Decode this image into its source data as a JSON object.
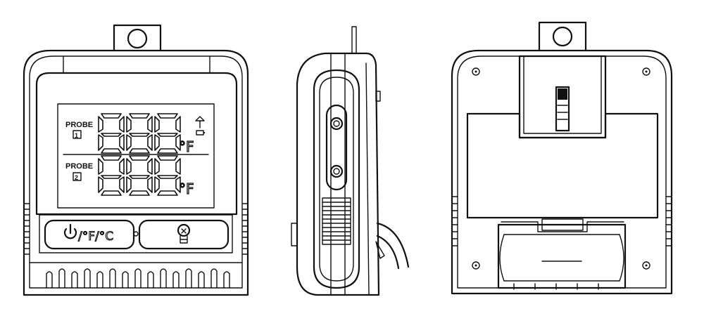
{
  "display": {
    "probe1_label": "PROBE",
    "probe1_index": "1",
    "probe2_label": "PROBE",
    "probe2_index": "2",
    "row1_value": "888",
    "row2_value": "888",
    "row1_unit": "°F",
    "row2_unit": "°F"
  },
  "buttons": {
    "power_unit_label": "/°F/°C",
    "light_icon": "bulb-icon",
    "power_icon": "power-icon"
  },
  "icons": {
    "antenna": "antenna-icon",
    "battery": "battery-icon"
  }
}
